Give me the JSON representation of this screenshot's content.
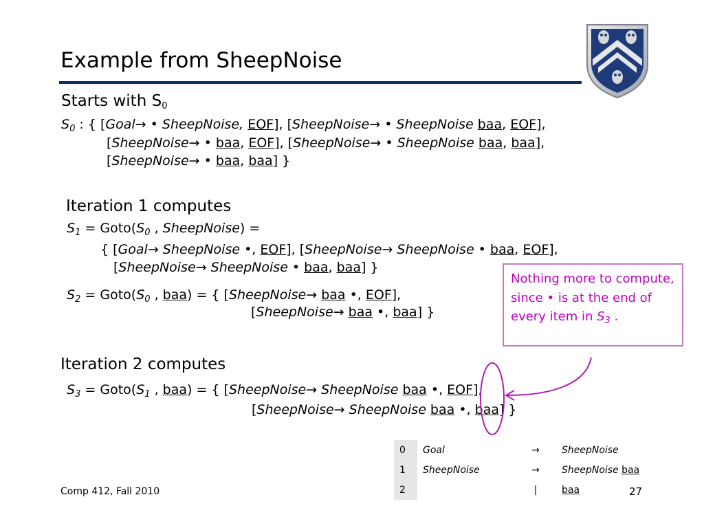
{
  "slide": {
    "title": "Example from SheepNoise",
    "footer": "Comp 412, Fall 2010",
    "page_number": "27"
  },
  "s0": {
    "heading": "Starts with S",
    "heading_sub": "0",
    "name": "S",
    "name_sub": "0",
    "line1": {
      "lead": " : { [",
      "a": "Goal",
      "b": "→ • SheepNoise, ",
      "c": "EOF",
      "d": "], [",
      "e": "SheepNoise",
      "f": "→ • SheepNoise ",
      "g": "baa",
      "h": ", ",
      "k": "EOF",
      "l": "],"
    },
    "line2": {
      "a": "[",
      "b": "SheepNoise",
      "c": "→  • ",
      "d": "baa",
      "e": ", ",
      "f": "EOF",
      "g": "], [",
      "h": "SheepNoise",
      "k": "→ • SheepNoise ",
      "l": "baa",
      "m": ", ",
      "n": "baa",
      "o": "],"
    },
    "line3": {
      "a": "[",
      "b": "SheepNoise",
      "c": "→ • ",
      "d": "baa",
      "e": ", ",
      "f": "baa",
      "g": "] }"
    }
  },
  "iter1": {
    "heading": "Iteration 1 computes",
    "s1": {
      "name": "S",
      "sub": "1",
      "eq": " = Goto(",
      "arg": "S",
      "arg_sub": "0",
      "sep": " , ",
      "sym": "SheepNoise",
      "end": ") ="
    },
    "s1_line2": {
      "a": "{ [",
      "b": "Goal",
      "c": "→ SheepNoise •",
      "d": ", ",
      "e": "EOF",
      "f": "], [",
      "g": "SheepNoise",
      "h": "→ SheepNoise • ",
      "k": "baa",
      "l": ", ",
      "m": "EOF",
      "n": "],"
    },
    "s1_line3": {
      "a": "[",
      "b": "SheepNoise",
      "c": "→ SheepNoise • ",
      "d": "baa",
      "e": ", ",
      "f": "baa",
      "g": "] }"
    },
    "s2": {
      "name": "S",
      "sub": "2",
      "eq": " = Goto(",
      "arg": "S",
      "arg_sub": "0",
      "sep": " , ",
      "sym": "baa",
      "mid": ") = { [",
      "b": "SheepNoise",
      "c": "→ ",
      "d": "baa",
      "e": " •, ",
      "f": "EOF",
      "g": "],"
    },
    "s2_line2": {
      "a": "[",
      "b": "SheepNoise",
      "c": "→ ",
      "d": "baa",
      "e": " •, ",
      "f": "baa",
      "g": "] }"
    }
  },
  "note": {
    "text": "Nothing more to compute, since • is at the end of every item in ",
    "sym": "S",
    "sub": "3",
    "end": " ."
  },
  "iter2": {
    "heading": "Iteration 2 computes",
    "s3": {
      "name": "S",
      "sub": "3",
      "eq": " = Goto(",
      "arg": "S",
      "arg_sub": "1",
      "sep": " , ",
      "sym": "baa",
      "mid": ") = { [",
      "b": "SheepNoise",
      "c": "→ SheepNoise ",
      "d": "baa",
      "e": " •, ",
      "f": "EOF",
      "g": "],"
    },
    "s3_line2": {
      "a": "[",
      "b": "SheepNoise",
      "c": "→ SheepNoise ",
      "d": "baa",
      "e": " •, ",
      "f": "baa",
      "g": "] }"
    }
  },
  "grammar": {
    "rows": [
      {
        "num": "0",
        "lhs": "Goal",
        "arrow": "→",
        "rhs": "SheepNoise",
        "rhs_tail": ""
      },
      {
        "num": "1",
        "lhs": "SheepNoise",
        "arrow": "→",
        "rhs": "SheepNoise ",
        "rhs_tail": "baa"
      },
      {
        "num": "2",
        "lhs": "",
        "arrow": "|",
        "rhs": "",
        "rhs_tail": "baa"
      }
    ]
  },
  "colors": {
    "title_rule": "#0b2a70",
    "note_text": "#c000c0",
    "note_border": "#c678c8",
    "annotation": "#b01fb0",
    "shield_blue": "#1f3a78",
    "shield_silver": "#c9ccd2"
  },
  "icons": {
    "logo": "owl-shield-crest-icon"
  }
}
